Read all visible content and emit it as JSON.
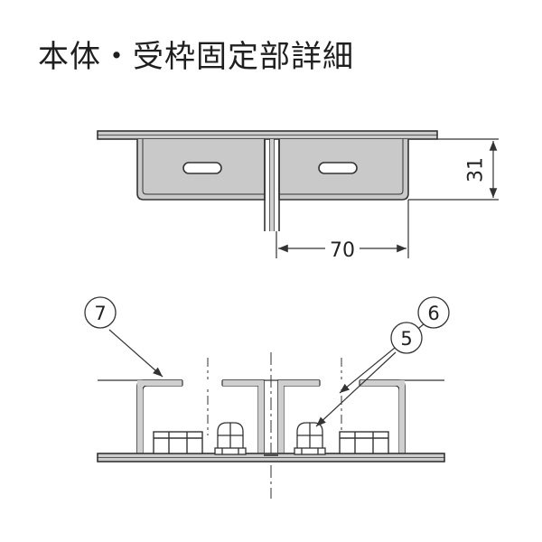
{
  "title": "本体・受枠固定部詳細",
  "dimensions": {
    "height": "31",
    "width": "70"
  },
  "callouts": {
    "a": "7",
    "b": "6",
    "c": "5"
  },
  "colors": {
    "line": "#333333",
    "fill": "#c8c8c8",
    "background": "#ffffff"
  }
}
